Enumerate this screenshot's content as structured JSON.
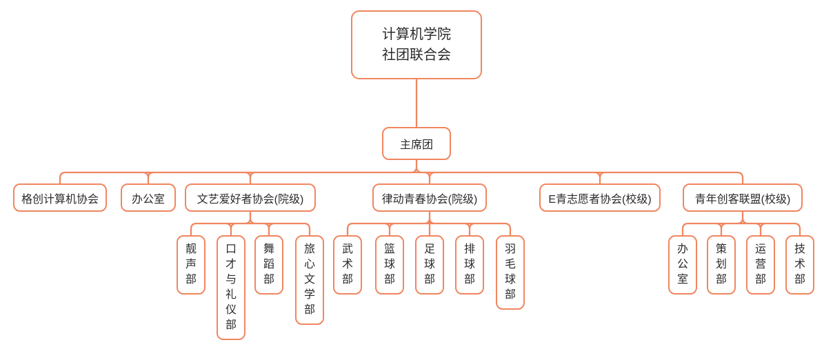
{
  "colors": {
    "accent": "#F08660",
    "text": "#2B2B2B",
    "background": "#FFFFFF"
  },
  "org_chart": {
    "root": {
      "label": "计算机学院\n社团联合会"
    },
    "presidium": {
      "label": "主席团"
    },
    "branches": [
      {
        "label": "格创计算机协会",
        "children": []
      },
      {
        "label": "办公室",
        "children": []
      },
      {
        "label": "文艺爱好者协会(院级)",
        "children": [
          {
            "label": "靓声部"
          },
          {
            "label": "口才与礼仪部"
          },
          {
            "label": "舞蹈部"
          },
          {
            "label": "旅心文学部"
          }
        ]
      },
      {
        "label": "律动青春协会(院级)",
        "children": [
          {
            "label": "武术部"
          },
          {
            "label": "篮球部"
          },
          {
            "label": "足球部"
          },
          {
            "label": "排球部"
          },
          {
            "label": "羽毛球部"
          }
        ]
      },
      {
        "label": "E青志愿者协会(校级)",
        "children": []
      },
      {
        "label": "青年创客联盟(校级)",
        "children": [
          {
            "label": "办公室"
          },
          {
            "label": "策划部"
          },
          {
            "label": "运营部"
          },
          {
            "label": "技术部"
          }
        ]
      }
    ]
  }
}
